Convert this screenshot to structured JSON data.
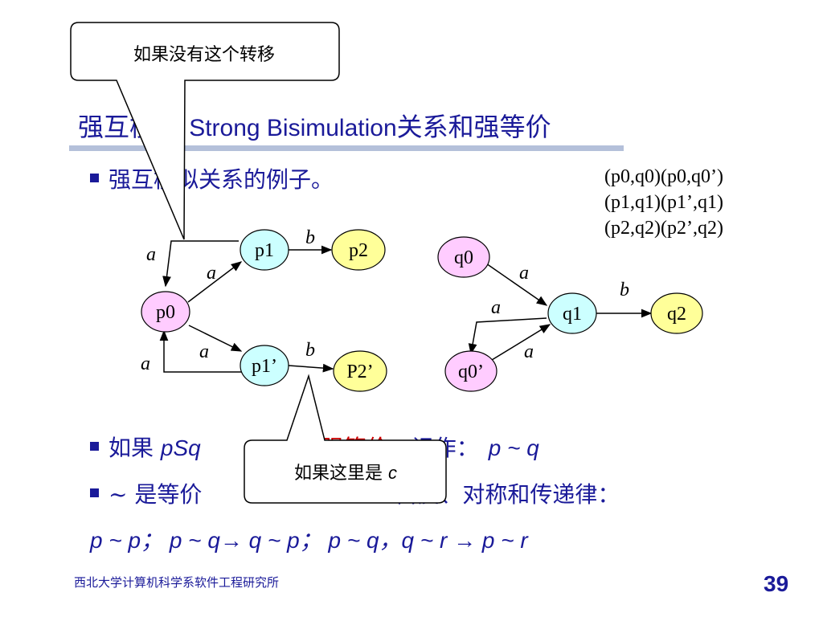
{
  "title": {
    "cn_prefix": "强互模拟 ",
    "en": "Strong Bisimulation",
    "cn_suffix": "关系和强等价"
  },
  "bullets": {
    "first": "强互模拟关系的例子。",
    "second": {
      "prefix": "如果 ",
      "pSq": "pSq",
      "hidden_mid": "  ",
      "highlight": "强等价",
      "suffix": "，记作：",
      "notation": "p ~ q"
    },
    "third": {
      "prefix": "~ 是等价",
      "suffix": "自反、对称和传递律："
    },
    "laws": "p ~ p；  p ~ q→ q ~ p；  p ~ q，q ~ r → p ~ r"
  },
  "pairs": [
    "(p0,q0)(p0,q0’)",
    "(p1,q1)(p1’,q1)",
    "(p2,q2)(p2’,q2)"
  ],
  "callouts": {
    "top": "如果没有这个转移",
    "bottom_prefix": "如果这里是 ",
    "bottom_var": "c"
  },
  "diagram": {
    "nodes": {
      "p0": "p0",
      "p1": "p1",
      "p2": "p2",
      "p1p": "p1’",
      "P2p": "P2’",
      "q0": "q0",
      "q1": "q1",
      "q2": "q2",
      "q0p": "q0’"
    },
    "edge_labels": {
      "p0_p1_loop": "a",
      "p0_p1": "a",
      "p1_p2": "b",
      "p0_p1p": "a",
      "p1p_p0": "a",
      "p1p_P2p": "b",
      "q0_q1": "a",
      "q1_q0p": "a",
      "q0p_q1": "a",
      "q1_q2": "b"
    },
    "colors": {
      "pink": "#ffccff",
      "blue": "#ccffff",
      "yellow": "#ffff99"
    }
  },
  "footer": {
    "text": "西北大学计算机科学系软件工程研究所",
    "page": "39"
  }
}
